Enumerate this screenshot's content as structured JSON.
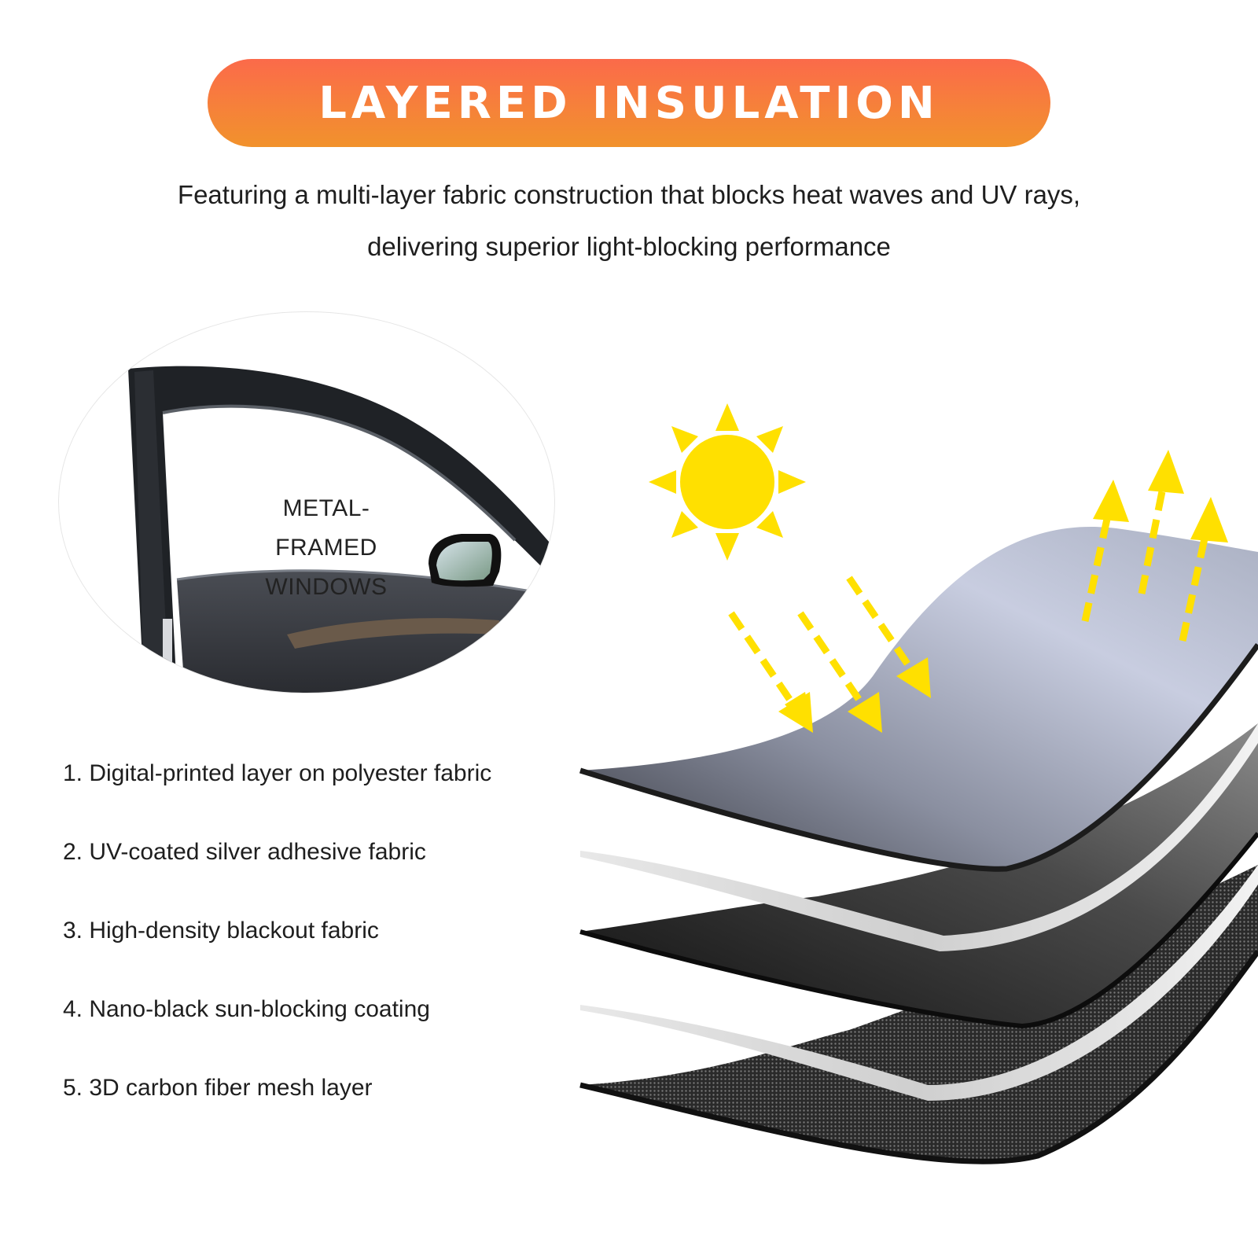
{
  "header": {
    "title": "LAYERED INSULATION",
    "subtitle_line1": "Featuring a multi-layer fabric construction that blocks heat waves and UV rays,",
    "subtitle_line2": "delivering superior light-blocking performance"
  },
  "window_callout": {
    "label_line1": "METAL-FRAMED",
    "label_line2": "WINDOWS"
  },
  "layers": [
    "1. Digital-printed layer on polyester fabric",
    "2. UV-coated silver adhesive fabric",
    "3. High-density blackout fabric",
    "4. Nano-black sun-blocking coating",
    "5. 3D carbon fiber mesh layer"
  ],
  "icons": {
    "sun": "sun-icon",
    "incoming_rays": "arrow-down-icon",
    "reflected_rays": "arrow-up-icon"
  },
  "colors": {
    "banner_top": "#fb6a4a",
    "banner_bottom": "#f1922c",
    "sun": "#ffe000",
    "fabric_top": "#9ea4b4",
    "fabric_edge": "#1c1c1c"
  }
}
